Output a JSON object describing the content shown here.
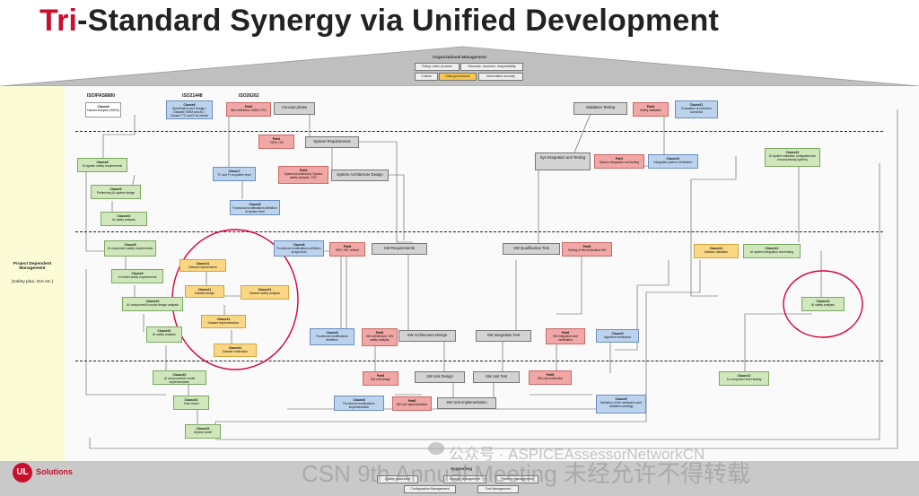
{
  "title": {
    "accent": "Tri",
    "rest": "-Standard Synergy via Unified Development"
  },
  "org": {
    "title": "Organizational Management",
    "chips_row1": [
      "Policy, roles, process",
      "Structure, resource, responsibility"
    ],
    "chips_row2": [
      "Culture",
      "Data governance",
      "Information security"
    ]
  },
  "left_panel": {
    "title": "Project Dependent Management",
    "subtitle": "(Safety plan, DIA etc.)"
  },
  "standards": [
    "ISO/PAS8800",
    "ISO21448",
    "ISO26262"
  ],
  "boxes": {
    "pas_c6": {
      "h": "Clause6",
      "t": "Hazard analysis (HARA)"
    },
    "sotif_c6": {
      "h": "Clause6",
      "t": "Specification and Design / Clause6 HARA and AC / Clause7 TC and FI at vehicle level"
    },
    "iso_p3": {
      "h": "Part3",
      "t": "Item definition, HARA, FSC"
    },
    "concept": {
      "h": "",
      "t": "Concept phase"
    },
    "validation_testing": {
      "h": "",
      "t": "Validation Testing"
    },
    "iso_p4_val": {
      "h": "Part4",
      "t": "Safety validation"
    },
    "sotif_c11": {
      "h": "Clause11",
      "t": "Evaluation of unknown scenarios"
    },
    "iso_p4_tsc": {
      "h": "Part4",
      "t": "TSRs, HSI"
    },
    "sys_req": {
      "h": "",
      "t": "System Requirements"
    },
    "sys_int": {
      "h": "",
      "t": "Sys Integration and Testing"
    },
    "iso_p4_int": {
      "h": "Part4",
      "t": "System integration and testing"
    },
    "sotif_c10": {
      "h": "Clause10",
      "t": "Integrated system verification"
    },
    "pas_c12_top": {
      "h": "Clause12",
      "t": "AI system validation (integrated into encompassing system)"
    },
    "pas_c8": {
      "h": "Clause8",
      "t": "AI system safety requirements"
    },
    "sotif_c7": {
      "h": "Clause7",
      "t": "TC and FI at system level"
    },
    "iso_p4_arch": {
      "h": "Part4",
      "t": "System architectural, System safety analysis, TSC"
    },
    "sys_arch": {
      "h": "",
      "t": "System Architecture Design"
    },
    "pas_c9_pre": {
      "h": "Clause9",
      "t": "Preliminary AI system design"
    },
    "sotif_c8_top": {
      "h": "Clause8",
      "t": "Functional modifications definition at system level"
    },
    "pas_c10_top": {
      "h": "Clause10",
      "t": "AI safety analysis"
    },
    "pas_c8_comp": {
      "h": "Clause8",
      "t": "AI component safety requirements"
    },
    "sotif_c8_mid": {
      "h": "Clause8",
      "t": "Functional modifications definition at app level"
    },
    "iso_p6_sw": {
      "h": "Part6",
      "t": "SSR, HSI, refined"
    },
    "sw_req": {
      "h": "",
      "t": "SW Requirements"
    },
    "sw_qual": {
      "h": "",
      "t": "SW Qualification Test"
    },
    "iso_p6_test": {
      "h": "Part6",
      "t": "Testing of the embedded SW"
    },
    "pas_c11_val": {
      "h": "Clause11",
      "t": "Dataset validation"
    },
    "pas_c12_mid": {
      "h": "Clause12",
      "t": "AI system integration and testing"
    },
    "pas_c11_req": {
      "h": "Clause11",
      "t": "Dataset requirements"
    },
    "pas_c9_model": {
      "h": "Clause9",
      "t": "AI model safety requirements"
    },
    "pas_c11_design": {
      "h": "Clause11",
      "t": "Dataset design"
    },
    "pas_c11_safety": {
      "h": "Clause11",
      "t": "Dataset safety analysis"
    },
    "pas_c12_safety": {
      "h": "Clause12",
      "t": "AI safety analysis"
    },
    "pas_c10_design": {
      "h": "Clause10",
      "t": "AI component/AI model design analysis"
    },
    "pas_c11_impl": {
      "h": "Clause11",
      "t": "Dataset implementation"
    },
    "pas_c10_ai": {
      "h": "Clause10",
      "t": "AI safety analysis"
    },
    "sotif_c8_low": {
      "h": "Clause8",
      "t": "Functional modifications definition"
    },
    "iso_p6_arch": {
      "h": "Part6",
      "t": "SW architecture, SW safety analysis"
    },
    "sw_arch": {
      "h": "",
      "t": "SW Architecture Design"
    },
    "sw_int": {
      "h": "",
      "t": "SW Integration Test"
    },
    "iso_p6_intq": {
      "h": "Part6",
      "t": "SW integration and verification"
    },
    "sotif_c9": {
      "h": "Clause9",
      "t": "Algorithm verification"
    },
    "pas_c11_ver": {
      "h": "Clause11",
      "t": "Dataset verification"
    },
    "pas_c10_impl": {
      "h": "Clause10",
      "t": "AI component/AI model implementation"
    },
    "iso_p6_unit": {
      "h": "Part6",
      "t": "SW unit design"
    },
    "sw_unit_design": {
      "h": "",
      "t": "SW Unit Design"
    },
    "sw_unit_test": {
      "h": "",
      "t": "SW Unit Test"
    },
    "iso_p6_uver": {
      "h": "Part6",
      "t": "SW unit verification"
    },
    "pas_c12_comp": {
      "h": "Clause12",
      "t": "AI component level testing"
    },
    "pas_c10_train": {
      "h": "Clause10",
      "t": "Train model"
    },
    "sotif_c8_impl": {
      "h": "Clause8",
      "t": "Functional modifications implementation"
    },
    "iso_p6_impl": {
      "h": "Part6",
      "t": "SW unit implementation"
    },
    "sw_unit_impl": {
      "h": "",
      "t": "SW Unit Implementation"
    },
    "sotif_c9_strat": {
      "h": "Clause9",
      "t": "Definition of the verification and validation strategy"
    },
    "pas_c10_deploy": {
      "h": "Clause10",
      "t": "Deploy model"
    }
  },
  "supporting": {
    "title": "Supporting",
    "chips_row1": [
      "Quality assurance",
      "Change Management",
      "Problem Management"
    ],
    "chips_row2": [
      "Configuration Management",
      "Tool Management"
    ]
  },
  "footer": {
    "logo": "UL",
    "brand": "Solutions"
  },
  "watermark": {
    "line1": "公众号 · ASPICEAssessorNetworkCN",
    "line2": "CSN 9th Annual Meeting 未经允许不得转载"
  },
  "colors": {
    "accent": "#c8102e",
    "sotif": "#bcd3ee",
    "iso26262": "#f0a7a5",
    "pas8800": "#cfe7bb",
    "dataset": "#f9d785",
    "highlight": "#d6003c"
  }
}
